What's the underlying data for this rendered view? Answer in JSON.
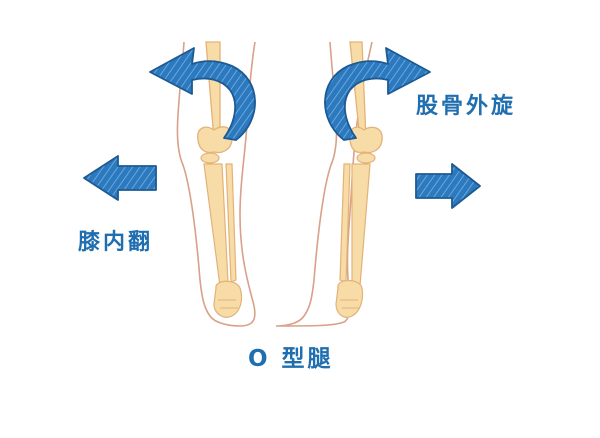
{
  "labels": {
    "knee_varus": "膝内翻",
    "femur_external_rotation": "股骨外旋",
    "title": "O 型腿"
  },
  "colors": {
    "arrow_blue": "#2b79bf",
    "arrow_dark": "#1c5a94",
    "label_blue": "#1f6fb0",
    "skin_outline": "#d9a08a",
    "bone_fill": "#f7dca8",
    "bone_stroke": "#e3b277"
  },
  "icons": [
    "curved-arrow-icon",
    "straight-arrow-icon",
    "leg-bone-illustration"
  ]
}
